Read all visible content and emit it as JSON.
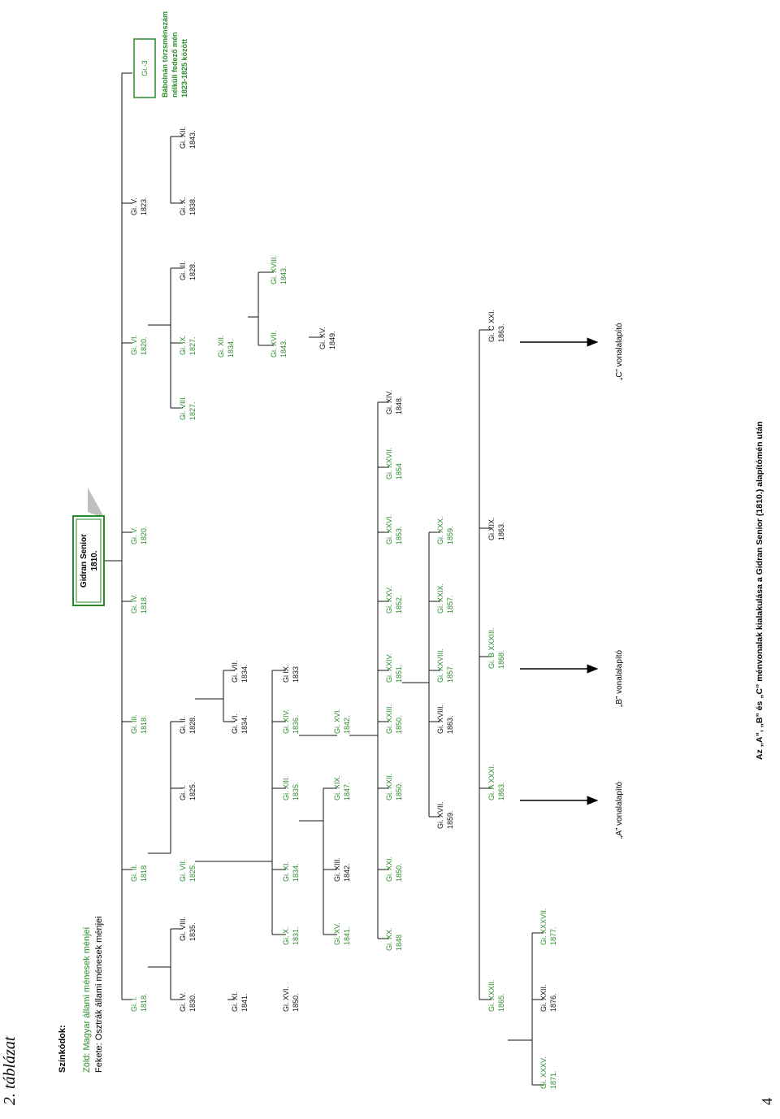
{
  "page": {
    "title": "2. táblázat",
    "page_number": "4",
    "caption": "Az „A”, „B” és „C” ménvonalak kialakulása a Gidran Senior (1810.) alapítómén után"
  },
  "colors": {
    "green": "#2a8a2a",
    "black": "#111111"
  },
  "legend": {
    "heading": "Színkódok:",
    "green_line": "Zöld:   Magyar állami ménesek ménjei",
    "black_line": "Fekete: Osztrák állami ménesek ménjei"
  },
  "founder": {
    "name": "Gidran Senior",
    "year": "1810."
  },
  "note_box": {
    "label": "Gi.-3",
    "lines": [
      "Bábolnán törzsménszám",
      "nélküli fedező mén",
      "1823-1825 között"
    ]
  },
  "line_founders": [
    {
      "label": "„A” vonalalapító"
    },
    {
      "label": "„B” vonalalapító"
    },
    {
      "label": "„C” vonalalapító"
    }
  ],
  "stallions": [
    {
      "name": "Gi. I.",
      "year": "1818.",
      "color": "green"
    },
    {
      "name": "Gi. II.",
      "year": "1818",
      "color": "green"
    },
    {
      "name": "Gi. III.",
      "year": "1818.",
      "color": "green"
    },
    {
      "name": "Gi. IV.",
      "year": "1818.",
      "color": "green"
    },
    {
      "name": "Gi. V.",
      "year": "1820.",
      "color": "green"
    },
    {
      "name": "Gi. VI.",
      "year": "1820.",
      "color": "green"
    },
    {
      "name": "Gi. V.",
      "year": "1823.",
      "color": "black"
    },
    {
      "name": "Gi. IV.",
      "year": "1830.",
      "color": "black"
    },
    {
      "name": "Gi. VIII.",
      "year": "1835.",
      "color": "black"
    },
    {
      "name": "Gi. VII.",
      "year": "1825.",
      "color": "green"
    },
    {
      "name": "Gi. I.",
      "year": "1825.",
      "color": "black"
    },
    {
      "name": "Gi. II.",
      "year": "1828.",
      "color": "black"
    },
    {
      "name": "Gi. VIII.",
      "year": "1827.",
      "color": "green"
    },
    {
      "name": "Gi. IX.",
      "year": "1827.",
      "color": "green"
    },
    {
      "name": "Gi. III.",
      "year": "1828.",
      "color": "black"
    },
    {
      "name": "Gi. X.",
      "year": "1838.",
      "color": "black"
    },
    {
      "name": "Gi. XII.",
      "year": "1843.",
      "color": "black"
    },
    {
      "name": "Gi. XI.",
      "year": "1841.",
      "color": "black"
    },
    {
      "name": "Gi. VI.",
      "year": "1834.",
      "color": "black"
    },
    {
      "name": "Gi. VII.",
      "year": "1834.",
      "color": "black"
    },
    {
      "name": "Gi. XII.",
      "year": "1834.",
      "color": "green"
    },
    {
      "name": "Gi. XVI.",
      "year": "1850.",
      "color": "black"
    },
    {
      "name": "Gi. X.",
      "year": "1831.",
      "color": "green"
    },
    {
      "name": "Gi. XI.",
      "year": "1834.",
      "color": "green"
    },
    {
      "name": "Gi. XIII.",
      "year": "1835.",
      "color": "green"
    },
    {
      "name": "Gi. XIV.",
      "year": "1836.",
      "color": "green"
    },
    {
      "name": "Gi IX.",
      "year": "1833",
      "color": "black"
    },
    {
      "name": "Gi. XVII.",
      "year": "1843.",
      "color": "green"
    },
    {
      "name": "Gi. XVIII.",
      "year": "1843.",
      "color": "green"
    },
    {
      "name": "Gi. XV.",
      "year": "1841.",
      "color": "green"
    },
    {
      "name": "Gi. XIII.",
      "year": "1842.",
      "color": "black"
    },
    {
      "name": "Gi. XIX.",
      "year": "1847.",
      "color": "green"
    },
    {
      "name": "Gi. XVI.",
      "year": "1842.",
      "color": "green"
    },
    {
      "name": "Gi. XV.",
      "year": "1849.",
      "color": "black"
    },
    {
      "name": "Gi. XX.",
      "year": "1848",
      "color": "green"
    },
    {
      "name": "Gi. XXI.",
      "year": "1850.",
      "color": "green"
    },
    {
      "name": "Gi. XXII.",
      "year": "1850.",
      "color": "green"
    },
    {
      "name": "Gi. XXIII.",
      "year": "1850.",
      "color": "green"
    },
    {
      "name": "Gi. XXIV.",
      "year": "1851.",
      "color": "green"
    },
    {
      "name": "Gi. XXV.",
      "year": "1852.",
      "color": "green"
    },
    {
      "name": "Gi. XXVI.",
      "year": "1853.",
      "color": "green"
    },
    {
      "name": "Gi. XXVII.",
      "year": "1854",
      "color": "green"
    },
    {
      "name": "Gi. XIV.",
      "year": "1848.",
      "color": "black"
    },
    {
      "name": "Gi. XVII.",
      "year": "1859.",
      "color": "black"
    },
    {
      "name": "Gi. XVIII.",
      "year": "1863.",
      "color": "black"
    },
    {
      "name": "Gi. XXVIII.",
      "year": "1857",
      "color": "green"
    },
    {
      "name": "Gi. XXIX.",
      "year": "1857.",
      "color": "green"
    },
    {
      "name": "Gi. XXX.",
      "year": "1859.",
      "color": "green"
    },
    {
      "name": "Gi. XXXII.",
      "year": "1865.",
      "color": "green"
    },
    {
      "name": "Gi. A XXXI.",
      "year": "1863.",
      "color": "green"
    },
    {
      "name": "Gi. B XXXIII.",
      "year": "1868.",
      "color": "green"
    },
    {
      "name": "Gi.XIX.",
      "year": "1863.",
      "color": "black"
    },
    {
      "name": "Gi. C XXI.",
      "year": "1863.",
      "color": "black"
    },
    {
      "name": "Gi. XXII.",
      "year": "1876.",
      "color": "black"
    },
    {
      "name": "Gi. XXXVII.",
      "year": "1877.",
      "color": "green"
    },
    {
      "name": "Gi. XXXV.",
      "year": "1871.",
      "color": "green"
    }
  ]
}
